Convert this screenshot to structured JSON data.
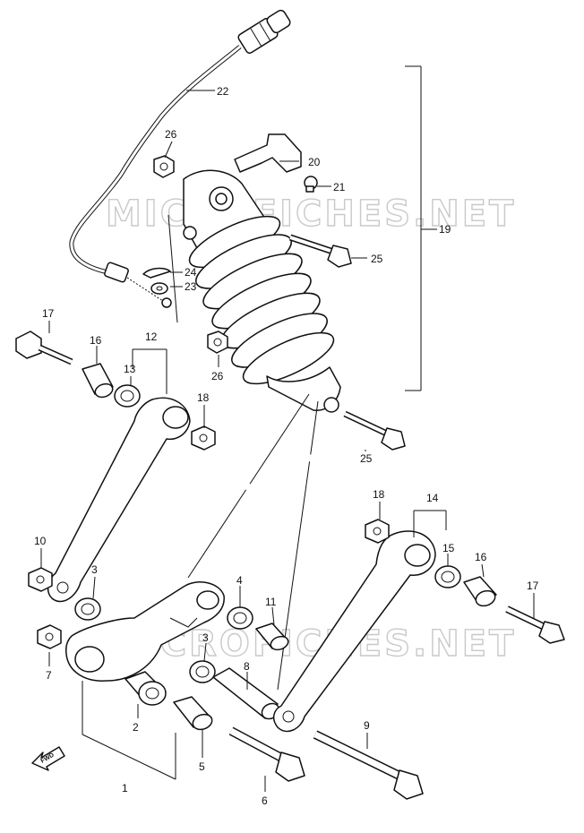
{
  "watermark": "MICROFICHES.NET",
  "fwd_label": "FWD",
  "callouts": {
    "c1": "1",
    "c2": "2",
    "c3a": "3",
    "c3b": "3",
    "c4": "4",
    "c5": "5",
    "c6": "6",
    "c7": "7",
    "c8": "8",
    "c9": "9",
    "c10": "10",
    "c11": "11",
    "c12": "12",
    "c13": "13",
    "c14": "14",
    "c15": "15",
    "c16": "16",
    "c17a": "17",
    "c17b": "17",
    "c18a": "18",
    "c18b": "18",
    "c19": "19",
    "c20": "20",
    "c21": "21",
    "c22": "22",
    "c23": "23",
    "c24": "24",
    "c25a": "25",
    "c25b": "25",
    "c26a": "26",
    "c26b": "26"
  }
}
